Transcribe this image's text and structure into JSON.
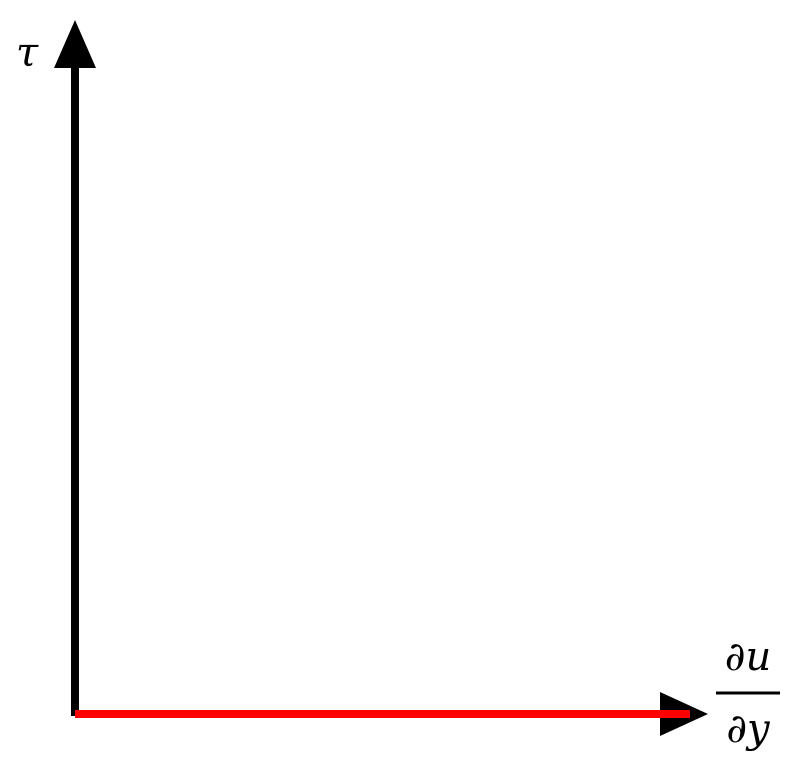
{
  "diagram": {
    "y_axis_label": "τ",
    "x_axis_label": {
      "numerator": "∂u",
      "denominator": "∂y"
    },
    "colors": {
      "axis": "#000000",
      "line": "#ff0000",
      "background": "#ffffff"
    }
  }
}
